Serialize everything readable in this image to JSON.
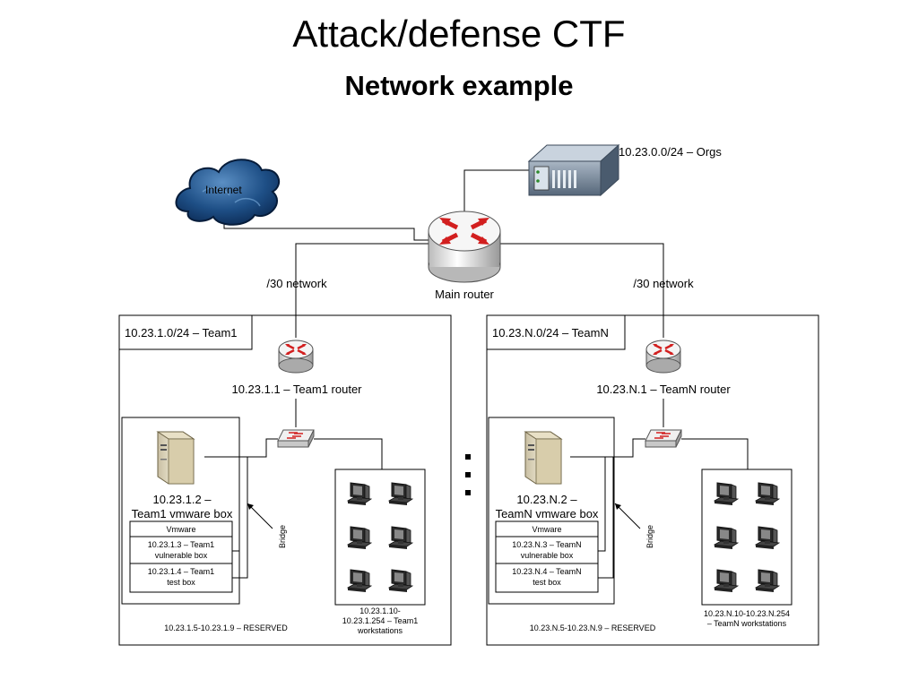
{
  "title": "Attack/defense CTF",
  "subtitle": "Network example",
  "internet_label": "Internet",
  "orgs_label": "10.23.0.0/24 – Orgs",
  "main_router_label": "Main router",
  "left_link_label": "/30 network",
  "right_link_label": "/30 network",
  "bridge_label": "Bridge",
  "ellipsis": "■■■",
  "team1": {
    "subnet": "10.23.1.0/24 – Team1",
    "router": "10.23.1.1 – Team1 router",
    "vmware_box_line1": "10.23.1.2 –",
    "vmware_box_line2": "Team1 vmware box",
    "vmware": "Vmware",
    "vuln_line1": "10.23.1.3 – Team1",
    "vuln_line2": "vulnerable box",
    "test_line1": "10.23.1.4 – Team1",
    "test_line2": "test box",
    "ws_line1": "10.23.1.10-",
    "ws_line2": "10.23.1.254 – Team1",
    "ws_line3": "workstations",
    "reserved": "10.23.1.5-10.23.1.9 – RESERVED"
  },
  "teamN": {
    "subnet": "10.23.N.0/24 – TeamN",
    "router": "10.23.N.1 – TeamN router",
    "vmware_box_line1": "10.23.N.2 –",
    "vmware_box_line2": "TeamN vmware box",
    "vmware": "Vmware",
    "vuln_line1": "10.23.N.3 – TeamN",
    "vuln_line2": "vulnerable box",
    "test_line1": "10.23.N.4 – TeamN",
    "test_line2": "test box",
    "ws_line1": "10.23.N.10-10.23.N.254",
    "ws_line2": "– TeamN workstations",
    "reserved": "10.23.N.5-10.23.N.9 – RESERVED"
  }
}
